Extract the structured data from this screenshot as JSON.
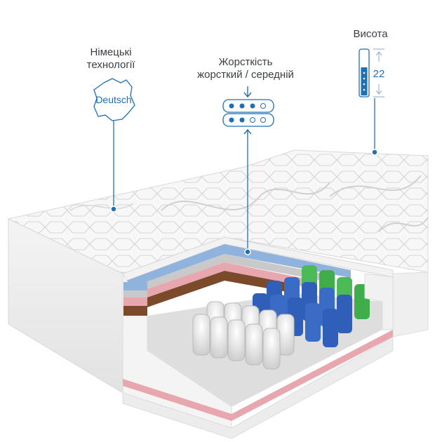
{
  "callouts": {
    "german": {
      "line1": "Німецькі",
      "line2": "технології",
      "badge": "Deutsch"
    },
    "firmness": {
      "line1": "Жорсткість",
      "line2": "жорсткий / середній"
    },
    "height": {
      "title": "Висота",
      "value": "22"
    }
  },
  "colors": {
    "accent": "#1f6fb5",
    "text": "#3a3f44",
    "foam_blue": "#8fb3dc",
    "foam_pink": "#e8a6ae",
    "coir": "#7a4a2a",
    "spring_blue": "#2f5fb8",
    "spring_green": "#3fae4a"
  }
}
